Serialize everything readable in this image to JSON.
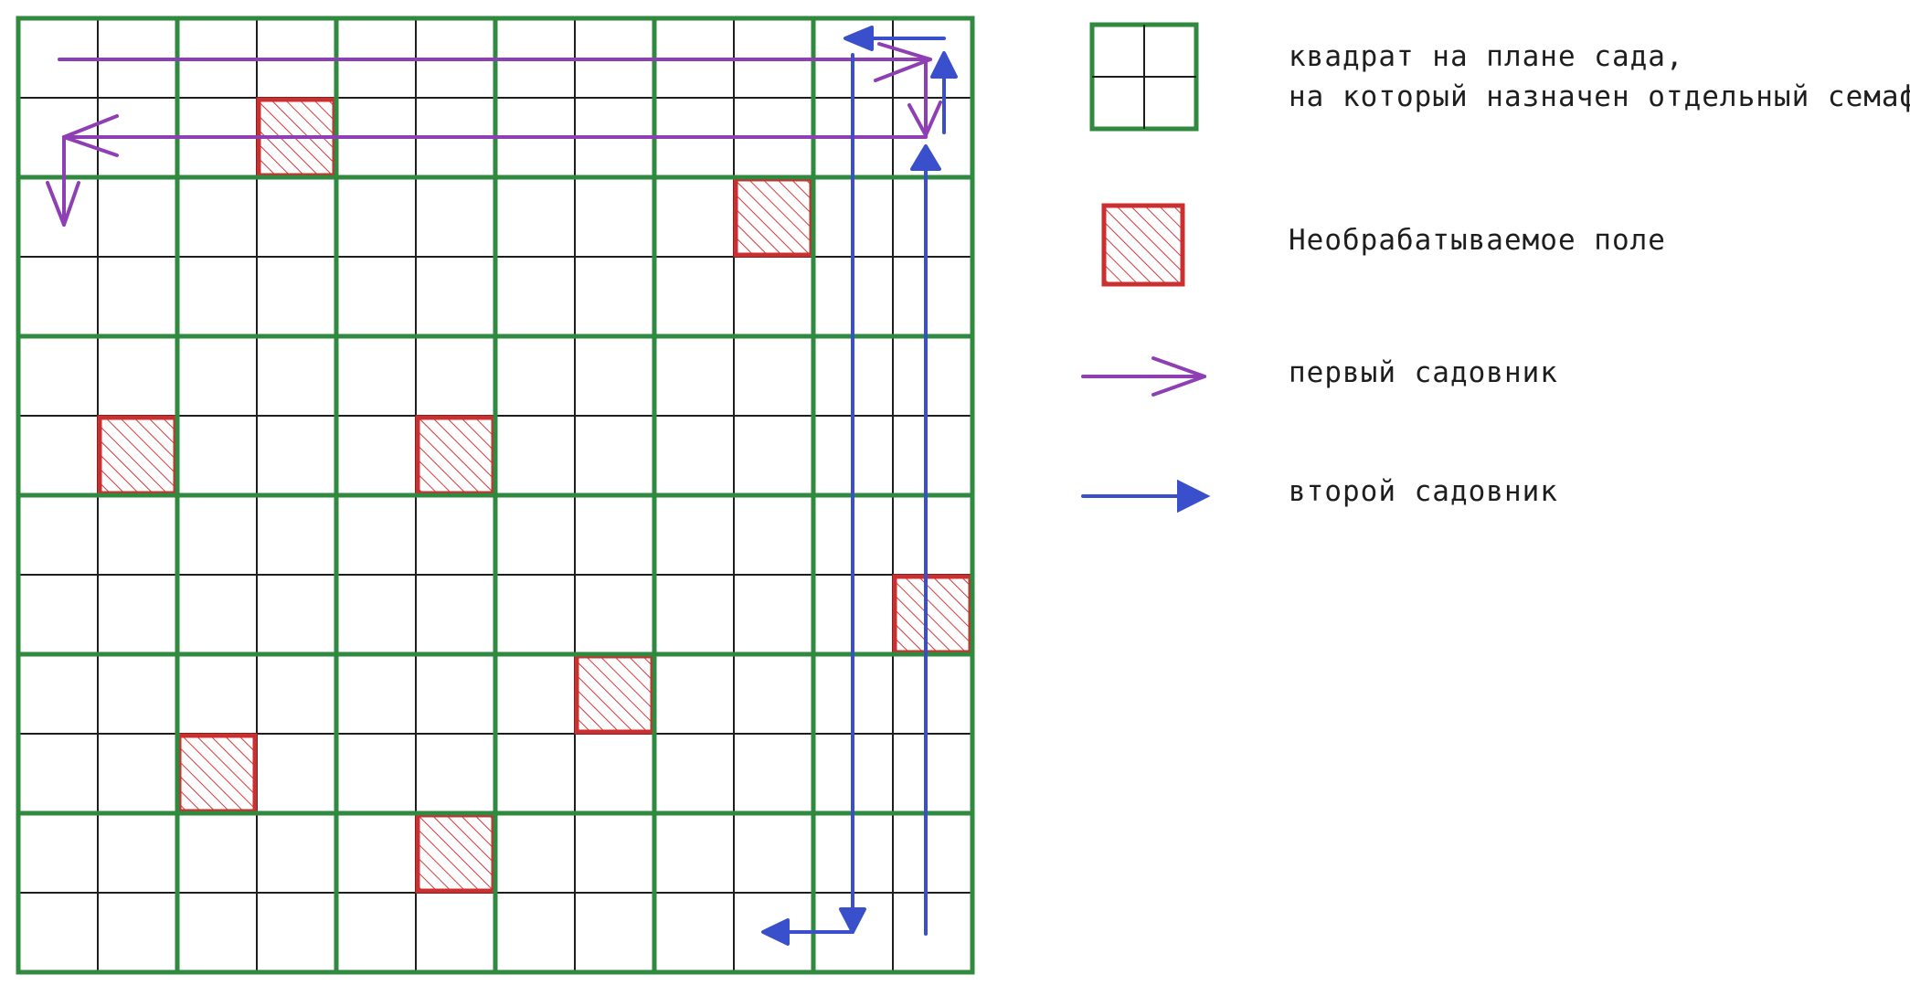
{
  "grid": {
    "cells": 12,
    "semaphore_block": 2,
    "colors": {
      "fine": "#1e1e1e",
      "semaphore": "#2f8a3f",
      "hatch": "#d63a3a",
      "hatch_border": "#cc2f2f"
    }
  },
  "unworked_cells": [
    {
      "col": 3,
      "row": 1
    },
    {
      "col": 9,
      "row": 2
    },
    {
      "col": 1,
      "row": 5
    },
    {
      "col": 5,
      "row": 5
    },
    {
      "col": 11,
      "row": 7
    },
    {
      "col": 7,
      "row": 8
    },
    {
      "col": 2,
      "row": 9
    },
    {
      "col": 5,
      "row": 10
    }
  ],
  "gardeners": [
    {
      "id": "first",
      "color": "#8e3fb3"
    },
    {
      "id": "second",
      "color": "#3a4fcc"
    }
  ],
  "legend": {
    "semaphore_square": "квадрат на плане сада,\nна который назначен отдельный семафор",
    "unworked_field": "Необрабатываемое поле",
    "first_gardener": "первый садовник",
    "second_gardener": "второй садовник"
  }
}
